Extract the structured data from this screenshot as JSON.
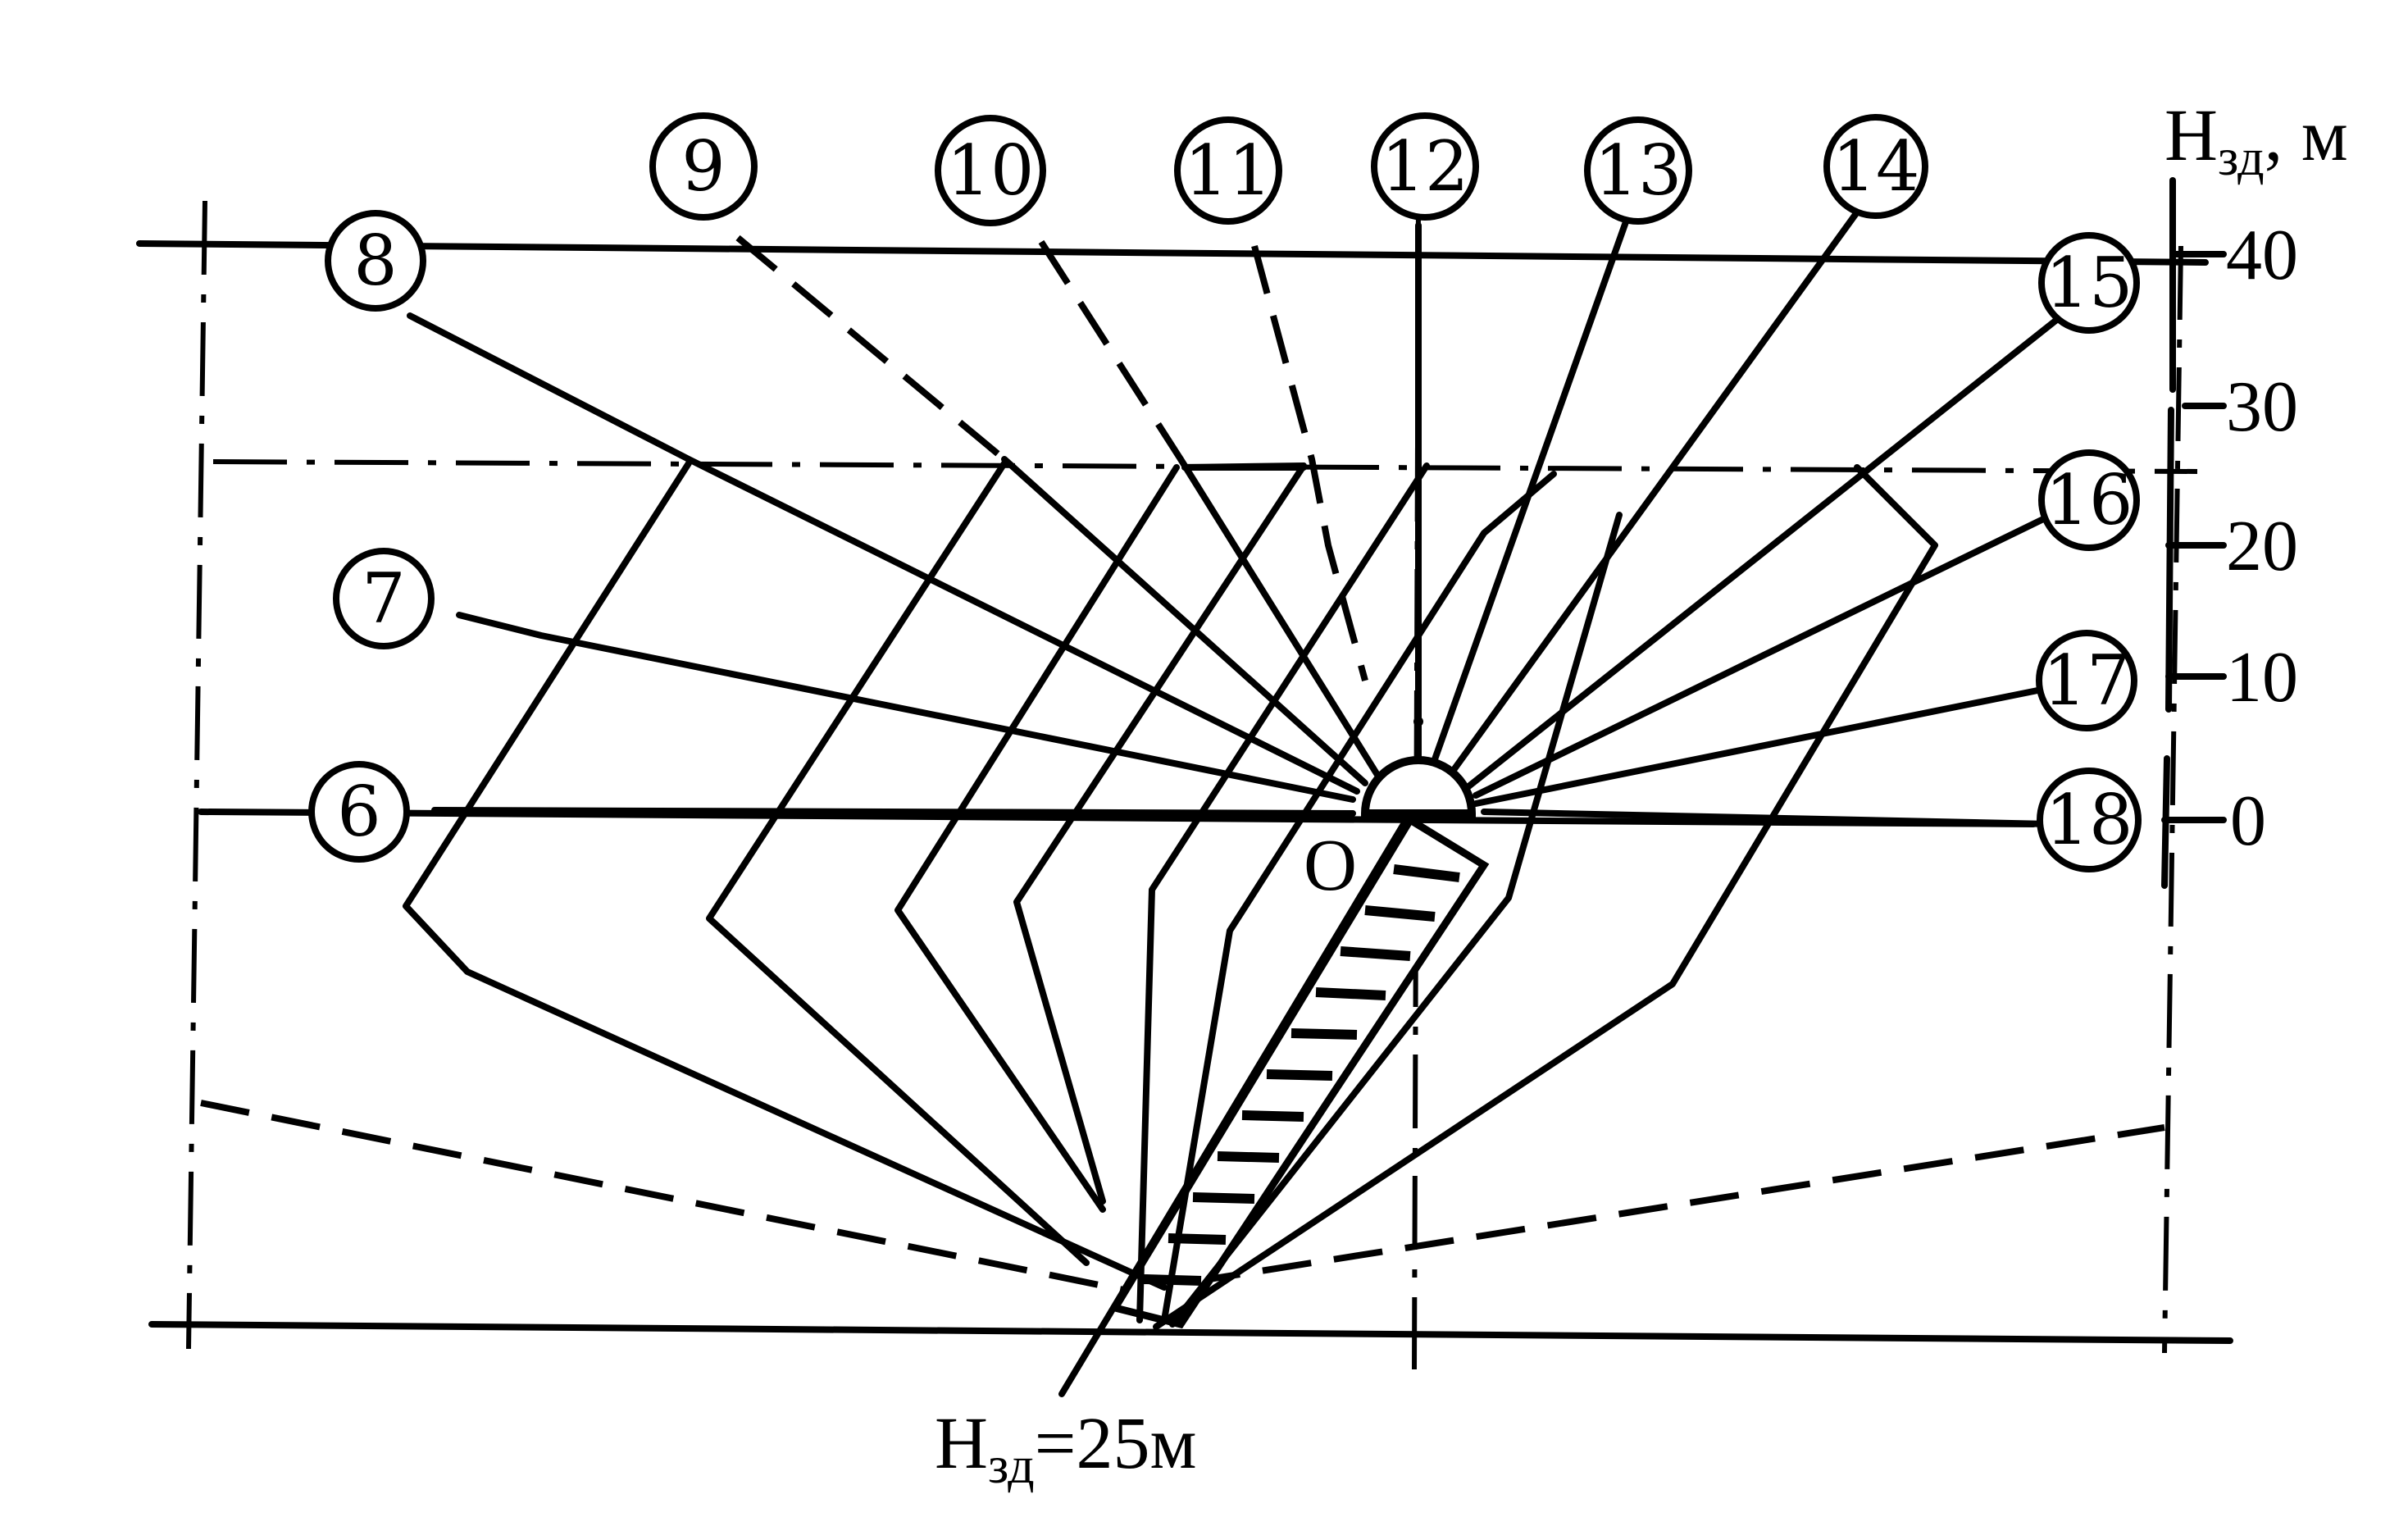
{
  "axis": {
    "title_main": "H",
    "title_sub": "зд",
    "title_suffix": ", м",
    "ticks": [
      "40",
      "30",
      "20",
      "10",
      "0"
    ]
  },
  "origin_label": "O",
  "caption": {
    "main": "H",
    "sub": "зд",
    "suffix": "=25м"
  },
  "hour_labels": [
    "6",
    "7",
    "8",
    "9",
    "10",
    "11",
    "12",
    "13",
    "14",
    "15",
    "16",
    "17",
    "18"
  ]
}
